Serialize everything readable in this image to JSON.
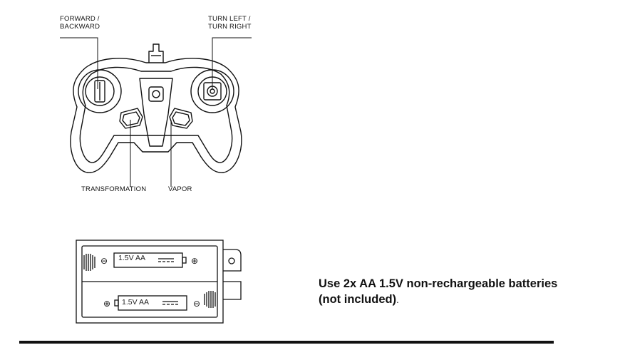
{
  "controller": {
    "labels": {
      "forward_backward": [
        "FORWARD /",
        "BACKWARD"
      ],
      "turn": [
        "TURN LEFT /",
        "TURN RIGHT"
      ],
      "transformation": "TRANSFORMATION",
      "vapor": "VAPOR"
    }
  },
  "battery_box": {
    "battery_top": "1.5V AA",
    "battery_bottom": "1.5V AA",
    "minus_symbol": "⊖",
    "plus_symbol": "⊕"
  },
  "note": {
    "line1": "Use 2x AA 1.5V non-rechargeable batteries",
    "line2": "(not included)",
    "trailing": "."
  }
}
